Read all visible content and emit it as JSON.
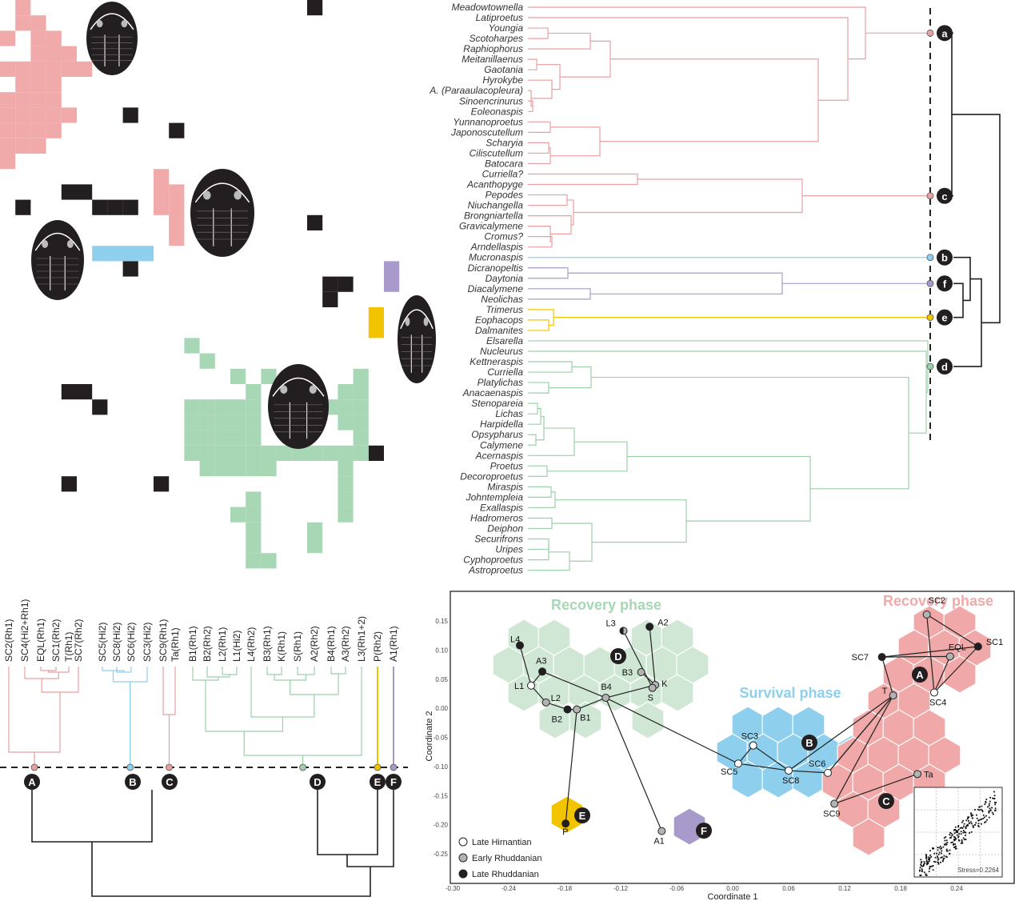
{
  "colors": {
    "pink": "#f0aaaa",
    "pink_line": "#e8a0a0",
    "blue": "#8ecfed",
    "purple": "#a89bcc",
    "yellow": "#f2c400",
    "green": "#a7d7b4",
    "green_line": "#9ccfaa",
    "dark": "#231f20"
  },
  "taxa_tree": {
    "taxa": [
      {
        "name": "Meadowtownella",
        "g": "a"
      },
      {
        "name": "Latiproetus",
        "g": "a"
      },
      {
        "name": "Youngia",
        "g": "a"
      },
      {
        "name": "Scotoharpes",
        "g": "a"
      },
      {
        "name": "Raphiophorus",
        "g": "a"
      },
      {
        "name": "Meitanillaenus",
        "g": "a"
      },
      {
        "name": "Gaotania",
        "g": "a"
      },
      {
        "name": "Hyrokybe",
        "g": "a"
      },
      {
        "name": "A. (Paraaulacopleura)",
        "g": "a"
      },
      {
        "name": "Sinoencrinurus",
        "g": "a"
      },
      {
        "name": "Eoleonaspis",
        "g": "a"
      },
      {
        "name": "Yunnanoproetus",
        "g": "a"
      },
      {
        "name": "Japonoscutellum",
        "g": "a"
      },
      {
        "name": "Scharyia",
        "g": "a"
      },
      {
        "name": "Ciliscutellum",
        "g": "a"
      },
      {
        "name": "Batocara",
        "g": "a"
      },
      {
        "name": "Curriella?",
        "g": "c"
      },
      {
        "name": "Acanthopyge",
        "g": "c"
      },
      {
        "name": "Pepodes",
        "g": "c"
      },
      {
        "name": "Niuchangella",
        "g": "c"
      },
      {
        "name": "Brongniartella",
        "g": "c"
      },
      {
        "name": "Gravicalymene",
        "g": "c"
      },
      {
        "name": "Cromus?",
        "g": "c"
      },
      {
        "name": "Arndellaspis",
        "g": "c"
      },
      {
        "name": "Mucronaspis",
        "g": "b"
      },
      {
        "name": "Dicranopeltis",
        "g": "f"
      },
      {
        "name": "Daytonia",
        "g": "f"
      },
      {
        "name": "Diacalymene",
        "g": "f"
      },
      {
        "name": "Neolichas",
        "g": "f"
      },
      {
        "name": "Trimerus",
        "g": "e"
      },
      {
        "name": "Eophacops",
        "g": "e"
      },
      {
        "name": "Dalmanites",
        "g": "e"
      },
      {
        "name": "Elsarella",
        "g": "d"
      },
      {
        "name": "Nucleurus",
        "g": "d"
      },
      {
        "name": "Kettneraspis",
        "g": "d"
      },
      {
        "name": "Curriella",
        "g": "d"
      },
      {
        "name": "Platylichas",
        "g": "d"
      },
      {
        "name": "Anacaenaspis",
        "g": "d"
      },
      {
        "name": "Stenopareia",
        "g": "d"
      },
      {
        "name": "Lichas",
        "g": "d"
      },
      {
        "name": "Harpidella",
        "g": "d"
      },
      {
        "name": "Opsypharus",
        "g": "d"
      },
      {
        "name": "Calymene",
        "g": "d"
      },
      {
        "name": "Acernaspis",
        "g": "d"
      },
      {
        "name": "Proetus",
        "g": "d"
      },
      {
        "name": "Decoroproetus",
        "g": "d"
      },
      {
        "name": "Miraspis",
        "g": "d"
      },
      {
        "name": "Johntempleia",
        "g": "d"
      },
      {
        "name": "Exallaspis",
        "g": "d"
      },
      {
        "name": "Hadromeros",
        "g": "d"
      },
      {
        "name": "Deiphon",
        "g": "d"
      },
      {
        "name": "Securifrons",
        "g": "d"
      },
      {
        "name": "Uripes",
        "g": "d"
      },
      {
        "name": "Cyphoproetus",
        "g": "d"
      },
      {
        "name": "Astroproetus",
        "g": "d"
      }
    ],
    "cluster_labels": [
      "a",
      "c",
      "b",
      "f",
      "e",
      "d"
    ]
  },
  "site_tree": {
    "sites": [
      {
        "name": "SC2(Rh1)",
        "g": "A"
      },
      {
        "name": "SC4(Hi2+Rh1)",
        "g": "A"
      },
      {
        "name": "EQL(Rh1)",
        "g": "A"
      },
      {
        "name": "SC1(Rh2)",
        "g": "A"
      },
      {
        "name": "T(Rh1)",
        "g": "A"
      },
      {
        "name": "SC7(Rh2)",
        "g": "A"
      },
      {
        "name": "SC5(Hi2)",
        "g": "B"
      },
      {
        "name": "SC8(Hi2)",
        "g": "B"
      },
      {
        "name": "SC6(Hi2)",
        "g": "B"
      },
      {
        "name": "SC3(Hi2)",
        "g": "B"
      },
      {
        "name": "SC9(Rh1)",
        "g": "C"
      },
      {
        "name": "Ta(Rh1)",
        "g": "C"
      },
      {
        "name": "B1(Rh1)",
        "g": "D"
      },
      {
        "name": "B2(Rh2)",
        "g": "D"
      },
      {
        "name": "L2(Rh1)",
        "g": "D"
      },
      {
        "name": "L1(Hi2)",
        "g": "D"
      },
      {
        "name": "L4(Rh2)",
        "g": "D"
      },
      {
        "name": "B3(Rh1)",
        "g": "D"
      },
      {
        "name": "K(Rh1)",
        "g": "D"
      },
      {
        "name": "S(Rh1)",
        "g": "D"
      },
      {
        "name": "A2(Rh2)",
        "g": "D"
      },
      {
        "name": "B4(Rh1)",
        "g": "D"
      },
      {
        "name": "A3(Rh2)",
        "g": "D"
      },
      {
        "name": "L3(Rh1+2)",
        "g": "D"
      },
      {
        "name": "P(Rh2)",
        "g": "E"
      },
      {
        "name": "A1(Rh1)",
        "g": "F"
      }
    ],
    "cluster_labels": [
      "A",
      "B",
      "C",
      "D",
      "E",
      "F"
    ]
  },
  "ordination": {
    "phase_labels": [
      {
        "text": "Recovery phase",
        "color": "#a7d7b4"
      },
      {
        "text": "Recovery phase",
        "color": "#f0aaaa"
      },
      {
        "text": "Survival phase",
        "color": "#8ecfed"
      }
    ],
    "xlabel": "Coordinate 1",
    "ylabel": "Coordinate 2",
    "xticks": [
      "-0.30",
      "-0.24",
      "-0.18",
      "-0.12",
      "-0.06",
      "0.00",
      "0.06",
      "0.12",
      "0.18",
      "0.24"
    ],
    "yticks": [
      "0.15",
      "0.10",
      "0.05",
      "0.00",
      "-0.05",
      "-0.10",
      "-0.15",
      "-0.20",
      "-0.25"
    ],
    "points": [
      {
        "id": "L4",
        "x": -0.228,
        "y": 0.108,
        "age": "late"
      },
      {
        "id": "L3",
        "x": -0.117,
        "y": 0.133,
        "age": "half"
      },
      {
        "id": "A2",
        "x": -0.089,
        "y": 0.14,
        "age": "late"
      },
      {
        "id": "A3",
        "x": -0.204,
        "y": 0.063,
        "age": "late"
      },
      {
        "id": "L1",
        "x": -0.216,
        "y": 0.039,
        "age": "early-hirn"
      },
      {
        "id": "L2",
        "x": -0.2,
        "y": 0.01,
        "age": "early"
      },
      {
        "id": "B2",
        "x": -0.177,
        "y": -0.002,
        "age": "late"
      },
      {
        "id": "B1",
        "x": -0.167,
        "y": -0.002,
        "age": "early"
      },
      {
        "id": "B4",
        "x": -0.136,
        "y": 0.018,
        "age": "early"
      },
      {
        "id": "B3",
        "x": -0.098,
        "y": 0.062,
        "age": "early"
      },
      {
        "id": "K",
        "x": -0.083,
        "y": 0.04,
        "age": "early"
      },
      {
        "id": "S",
        "x": -0.086,
        "y": 0.035,
        "age": "early"
      },
      {
        "id": "P",
        "x": -0.179,
        "y": -0.198,
        "age": "late"
      },
      {
        "id": "A1",
        "x": -0.076,
        "y": -0.211,
        "age": "early"
      },
      {
        "id": "SC3",
        "x": 0.022,
        "y": -0.064,
        "age": "hirn"
      },
      {
        "id": "SC5",
        "x": 0.006,
        "y": -0.095,
        "age": "hirn"
      },
      {
        "id": "SC8",
        "x": 0.06,
        "y": -0.107,
        "age": "hirn"
      },
      {
        "id": "SC6",
        "x": 0.102,
        "y": -0.111,
        "age": "hirn"
      },
      {
        "id": "SC9",
        "x": 0.109,
        "y": -0.164,
        "age": "early"
      },
      {
        "id": "Ta",
        "x": 0.198,
        "y": -0.113,
        "age": "early"
      },
      {
        "id": "T",
        "x": 0.172,
        "y": 0.022,
        "age": "early"
      },
      {
        "id": "SC7",
        "x": 0.16,
        "y": 0.088,
        "age": "late"
      },
      {
        "id": "SC2",
        "x": 0.208,
        "y": 0.161,
        "age": "early"
      },
      {
        "id": "EQL",
        "x": 0.233,
        "y": 0.089,
        "age": "early"
      },
      {
        "id": "SC1",
        "x": 0.263,
        "y": 0.106,
        "age": "late"
      },
      {
        "id": "SC4",
        "x": 0.216,
        "y": 0.027,
        "age": "hirn"
      }
    ],
    "group_badges": [
      "A",
      "B",
      "C",
      "D",
      "E",
      "F"
    ],
    "legend": [
      {
        "label": "Late Hirnantian",
        "fill": "#ffffff"
      },
      {
        "label": "Early Rhuddanian",
        "fill": "#b3b3b3"
      },
      {
        "label": "Late Rhuddanian",
        "fill": "#231f20"
      }
    ],
    "inset": {
      "stress": "Stress=0.2264"
    }
  }
}
